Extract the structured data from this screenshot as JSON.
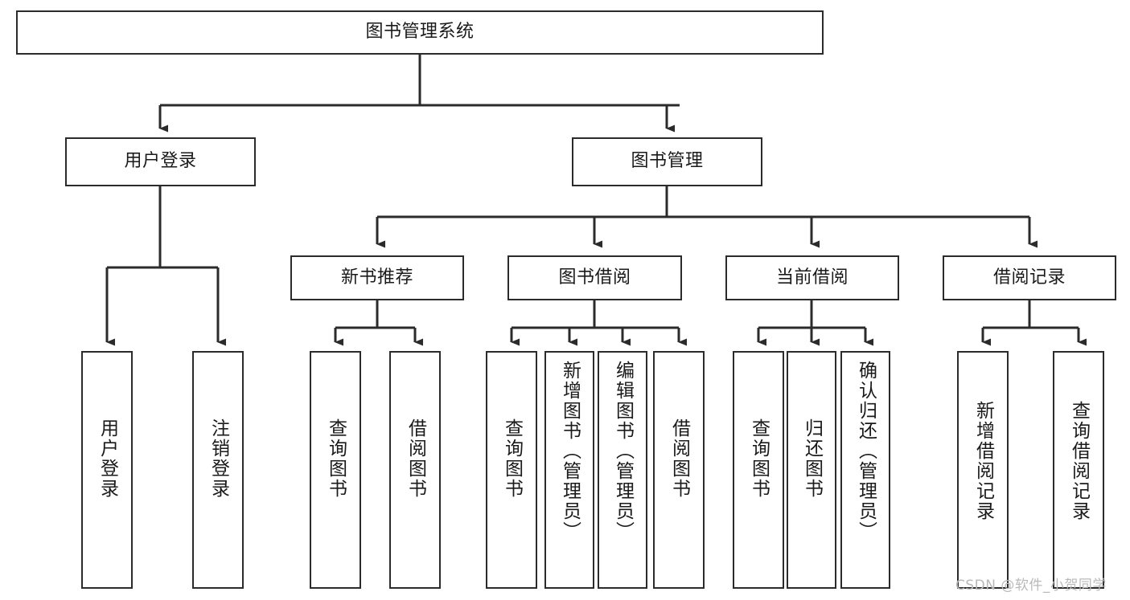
{
  "diagram": {
    "title": "图书管理系统",
    "type": "tree-hierarchy",
    "watermark": "CSDN @软件_小贺同学",
    "colors": {
      "box_border": "#2b2b2b",
      "box_fill": "#ffffff",
      "connector": "#2b2b2b",
      "text": "#1a1a1a",
      "watermark": "#b9b9b9",
      "background": "#ffffff"
    }
  },
  "nodes": {
    "root": {
      "label": "图书管理系统",
      "level": 1
    },
    "level2": [
      {
        "id": "user-login",
        "label": "用户登录"
      },
      {
        "id": "book-manage",
        "label": "图书管理"
      }
    ],
    "level3": [
      {
        "id": "new-book-rec",
        "label": "新书推荐"
      },
      {
        "id": "book-borrow",
        "label": "图书借阅"
      },
      {
        "id": "current-borrow",
        "label": "当前借阅"
      },
      {
        "id": "borrow-record",
        "label": "借阅记录"
      }
    ],
    "leaves": {
      "user-login": [
        {
          "id": "leaf-user-login",
          "label": "用户登录"
        },
        {
          "id": "leaf-user-logout",
          "label": "注销登录"
        }
      ],
      "new-book-rec": [
        {
          "id": "leaf-query-book-1",
          "label": "查询图书"
        },
        {
          "id": "leaf-borrow-book-1",
          "label": "借阅图书"
        }
      ],
      "book-borrow": [
        {
          "id": "leaf-query-book-2",
          "label": "查询图书"
        },
        {
          "id": "leaf-add-book",
          "label": "新增图书（管理员）"
        },
        {
          "id": "leaf-edit-book",
          "label": "编辑图书（管理员）"
        },
        {
          "id": "leaf-borrow-book-2",
          "label": "借阅图书"
        }
      ],
      "current-borrow": [
        {
          "id": "leaf-query-book-3",
          "label": "查询图书"
        },
        {
          "id": "leaf-return-book",
          "label": "归还图书"
        },
        {
          "id": "leaf-confirm-return",
          "label": "确认归还（管理员）"
        }
      ],
      "borrow-record": [
        {
          "id": "leaf-add-record",
          "label": "新增借阅记录"
        },
        {
          "id": "leaf-query-record",
          "label": "查询借阅记录"
        }
      ]
    }
  }
}
